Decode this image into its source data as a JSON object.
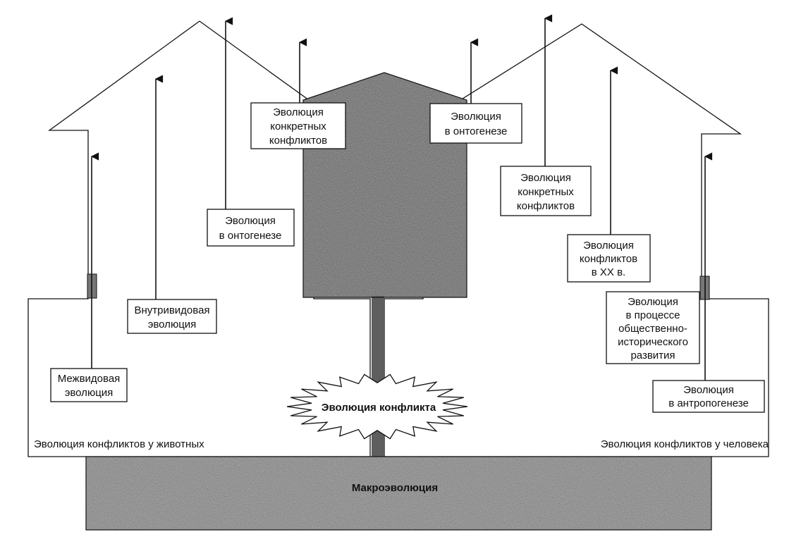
{
  "colors": {
    "ink": "#111111",
    "paper": "#ffffff",
    "shade": "#8a8a8a"
  },
  "labels": {
    "macro": "Макроэволюция",
    "center": "Эволюция конфликта",
    "animals": "Эволюция конфликтов у животных",
    "humans": "Эволюция конфликтов у человека"
  },
  "left_boxes": {
    "interspecies": [
      "Межвидовая",
      "эволюция"
    ],
    "intraspecies": [
      "Внутривидовая",
      "эволюция"
    ],
    "ontogenesis": [
      "Эволюция",
      "в онтогенезе"
    ],
    "concrete": [
      "Эволюция",
      "конкретных",
      "конфликтов"
    ]
  },
  "right_boxes": {
    "ontogenesis": [
      "Эволюция",
      "в онтогенезе"
    ],
    "concrete": [
      "Эволюция",
      "конкретных",
      "конфликтов"
    ],
    "century": [
      "Эволюция",
      "конфликтов",
      "в XX в."
    ],
    "social": [
      "Эволюция",
      "в процессе",
      "общественно-",
      "исторического",
      "развития"
    ],
    "anthropo": [
      "Эволюция",
      "в антропогенезе"
    ]
  }
}
